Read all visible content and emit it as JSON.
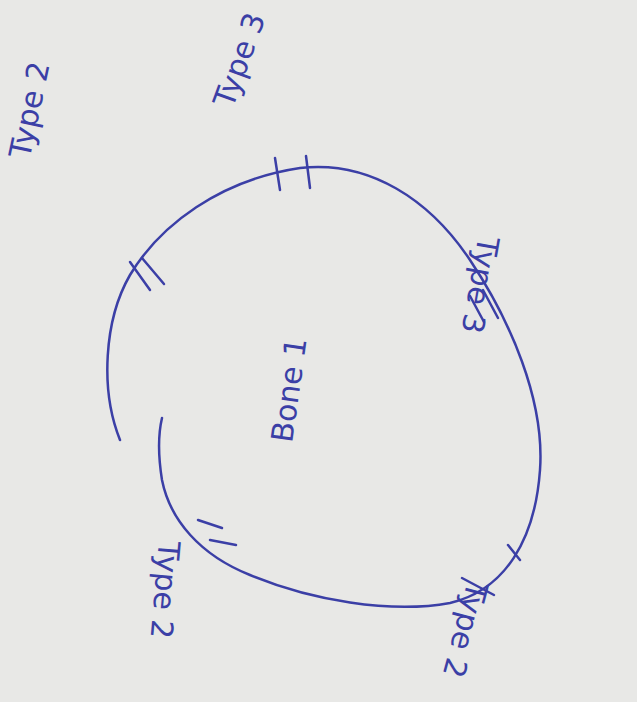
{
  "diagram": {
    "nodes": [
      {
        "text": [
          "Bone 1"
        ]
      }
    ],
    "labels": [
      "Type 3",
      "Type 2",
      "Type 3",
      "Type 2",
      "Type 2"
    ]
  }
}
